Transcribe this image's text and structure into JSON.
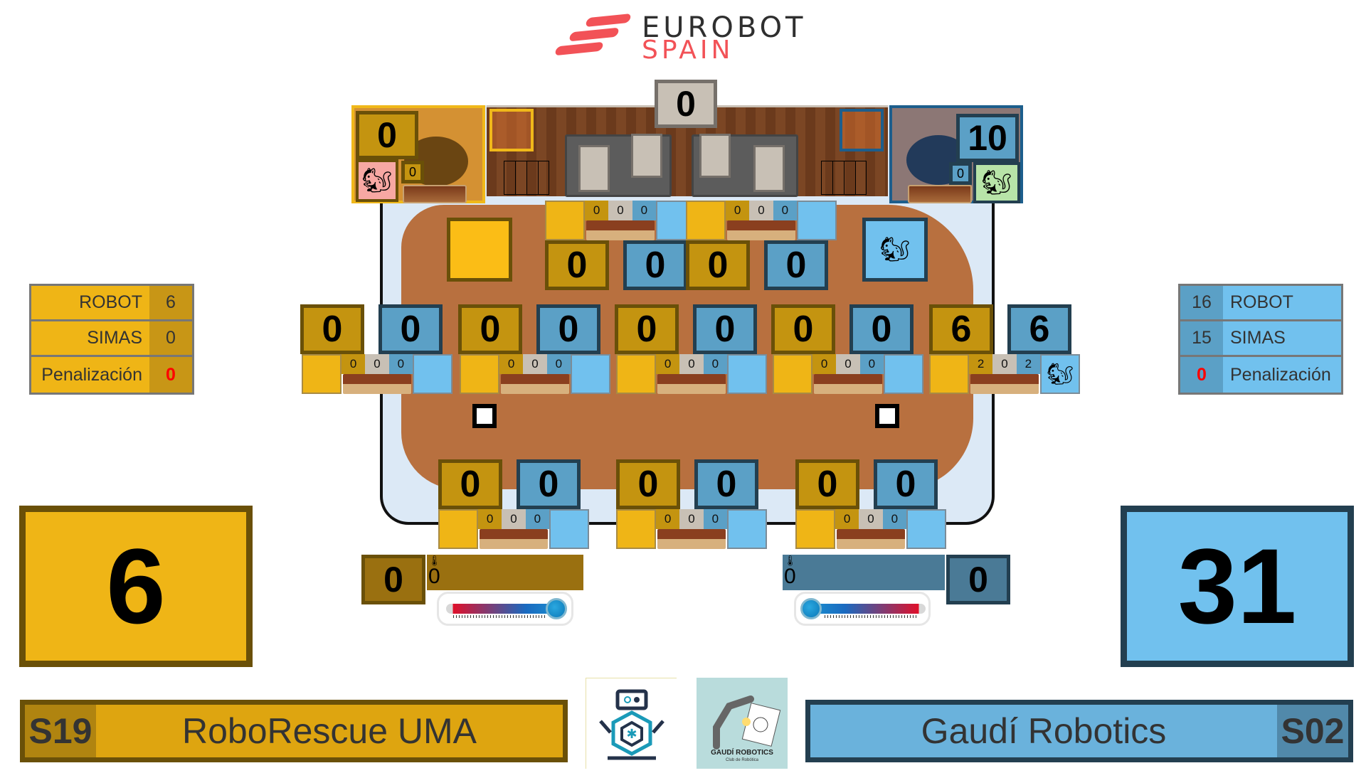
{
  "header": {
    "brand_line1": "EUROBOT",
    "brand_line2": "SPAIN"
  },
  "colors": {
    "yellow_team": "#efb516",
    "yellow_dark": "#6a5008",
    "blue_team": "#71c1ee",
    "blue_dark": "#233f50",
    "brand_red": "#f25257",
    "penalty_red": "#ff0000"
  },
  "field": {
    "top_center_score": "0",
    "yellow_nest": {
      "score": "0",
      "sub": "0",
      "icon": "squirrel-nest-icon"
    },
    "blue_nest": {
      "score": "10",
      "sub": "0",
      "icon": "sleeping-squirrel-nest-icon"
    },
    "top_pantries": [
      {
        "nums": [
          "0",
          "0",
          "0"
        ]
      },
      {
        "nums": [
          "0",
          "0",
          "0"
        ]
      }
    ],
    "top_row_scores": [
      "0",
      "0",
      "0",
      "0"
    ],
    "middle_row_scores": [
      "0",
      "0",
      "0",
      "0",
      "0",
      "0",
      "0",
      "0",
      "6",
      "6"
    ],
    "middle_pantries": [
      {
        "nums": [
          "0",
          "0",
          "0"
        ]
      },
      {
        "nums": [
          "0",
          "0",
          "0"
        ]
      },
      {
        "nums": [
          "0",
          "0",
          "0"
        ]
      },
      {
        "nums": [
          "0",
          "0",
          "0"
        ]
      },
      {
        "nums": [
          "2",
          "0",
          "2"
        ]
      }
    ],
    "bottom_row_scores": [
      "0",
      "0",
      "0",
      "0",
      "0",
      "0"
    ],
    "bottom_pantries": [
      {
        "nums": [
          "0",
          "0",
          "0"
        ]
      },
      {
        "nums": [
          "0",
          "0",
          "0"
        ]
      },
      {
        "nums": [
          "0",
          "0",
          "0"
        ]
      }
    ]
  },
  "yellow": {
    "stats": [
      {
        "label": "ROBOT",
        "value": "6"
      },
      {
        "label": "SIMAS",
        "value": "0"
      },
      {
        "label": "Penalización",
        "value": "0"
      }
    ],
    "total": "6",
    "thermo_score": "0",
    "sima_value": "0",
    "team_code": "S19",
    "team_name": "RoboRescue UMA",
    "logo": "roborescue-robot-logo"
  },
  "blue": {
    "stats": [
      {
        "label": "ROBOT",
        "value": "16"
      },
      {
        "label": "SIMAS",
        "value": "15"
      },
      {
        "label": "Penalización",
        "value": "0"
      }
    ],
    "total": "31",
    "thermo_score": "0",
    "sima_value": "0",
    "team_code": "S02",
    "team_name": "Gaudí Robotics",
    "logo": "gaudi-robotics-logo",
    "logo_caption": "GAUDÍ ROBOTICS",
    "logo_subcaption": "Club de Robótica"
  }
}
